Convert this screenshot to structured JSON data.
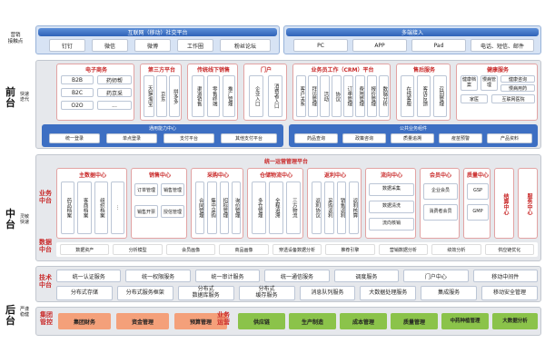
{
  "left": {
    "yingxiao": "营销\n接触点",
    "qiantai": "前台",
    "qiantai_sub": "快速\n迭代",
    "zhongtai": "中台",
    "zhongtai_sub": "灵敏\n快速",
    "houtai": "后台",
    "houtai_sub": "严谨\n稳健"
  },
  "top": {
    "social_title": "互联网（移动）社交平台",
    "social_items": [
      "钉钉",
      "微信",
      "微博",
      "工作圈",
      "粉丝论坛"
    ],
    "multi_title": "多端接入",
    "multi_items": [
      "PC",
      "APP",
      "Pad",
      "电话、短信、邮件"
    ]
  },
  "front": {
    "ecommerce": {
      "title": "电子商务",
      "items": [
        "B2B",
        "药师帮",
        "B2C",
        "药京采",
        "O2O",
        "..."
      ]
    },
    "third": {
      "title": "第三方平台",
      "items": [
        "天猫/淘宝",
        "京东",
        "拼多多"
      ]
    },
    "offline": {
      "title": "传统线下销售",
      "items": [
        "渠道销售",
        "零售终端",
        "推广管理"
      ]
    },
    "portal": {
      "title": "门户",
      "items": [
        "企业入口",
        "消费者入口"
      ]
    },
    "crm": {
      "title": "业务员工作（CRM）平台",
      "items": [
        "客户关系",
        "拜访管理",
        "活动",
        "协议",
        "订单管理",
        "费用管理",
        "报价管理",
        "数据分析"
      ]
    },
    "aftersale": {
      "title": "售后服务",
      "items": [
        "在线客服",
        "客诉反馈",
        "召回管理"
      ]
    },
    "health": {
      "title": "健康服务",
      "items": [
        "健康档案",
        "慢病管理",
        "健康咨询",
        "慢病用药",
        "家医",
        "互联网医院"
      ]
    }
  },
  "share_left": {
    "title": "通用能力中心",
    "items": [
      "统一登录",
      "单点登录",
      "支付平台",
      "其他支付平台"
    ]
  },
  "share_right": {
    "title": "公共业务组件",
    "items": [
      "药品查询",
      "政策咨询",
      "质量追溯",
      "疫苗预警",
      "产品资料"
    ]
  },
  "middle": {
    "mgmt_title": "统一运营管理平台",
    "label": "业务\n中台",
    "centers": [
      {
        "title": "主数据中心",
        "items": [
          "药品档案",
          "客商档案",
          "组织档案",
          "..."
        ]
      },
      {
        "title": "销售中心",
        "items": [
          "订单管理",
          "销售管理",
          "销售开票",
          "授信管理"
        ]
      },
      {
        "title": "采购中心",
        "items": [
          "合同管理",
          "集中采购",
          "招标管理",
          "询价管理"
        ]
      },
      {
        "title": "仓储物流中心",
        "items": [
          "多仓管理",
          "全程追溯",
          "三方物流"
        ]
      },
      {
        "title": "返利中心",
        "items": [
          "返利协议",
          "采购返利",
          "销售返利",
          "返利核算"
        ]
      },
      {
        "title": "流向中心",
        "items": [
          "数据采集",
          "数据清洗",
          "流向核销"
        ]
      },
      {
        "title": "会员中心",
        "items": [
          "企业会员",
          "消费者会员"
        ]
      },
      {
        "title": "质量中心",
        "items": [
          "GSP",
          "GMP"
        ]
      },
      {
        "title": "结算中心",
        "items": []
      },
      {
        "title": "服务中心",
        "items": []
      }
    ],
    "data_label": "数据\n中台",
    "data_items": [
      "数据资产",
      "分析模型",
      "会员画像",
      "商品画像",
      "穿透设备数据分析",
      "推荐引擎",
      "营销数据分析",
      "绩效分析",
      "供应链优化"
    ]
  },
  "tech": {
    "label": "技术\n中台",
    "row1": [
      "统一认证服务",
      "统一权限服务",
      "统一审计服务",
      "统一通信服务",
      "调度服务",
      "门户中心",
      "移动中间件"
    ],
    "row2": [
      "分布式存储",
      "分布式服务框架",
      "分布式\n数据库服务",
      "分布式\n缓存服务",
      "消息队列服务",
      "大数据处理服务",
      "集成服务",
      "移动安全管理"
    ]
  },
  "back": {
    "group_label": "集团\n管控",
    "group_items": [
      "集团财务",
      "资金管理",
      "预算管理"
    ],
    "ops_label": "业务\n运营",
    "ops_items": [
      "供应链",
      "生产制造",
      "成本管理",
      "质量管理",
      "中药种植管理",
      "大数据分析"
    ]
  }
}
